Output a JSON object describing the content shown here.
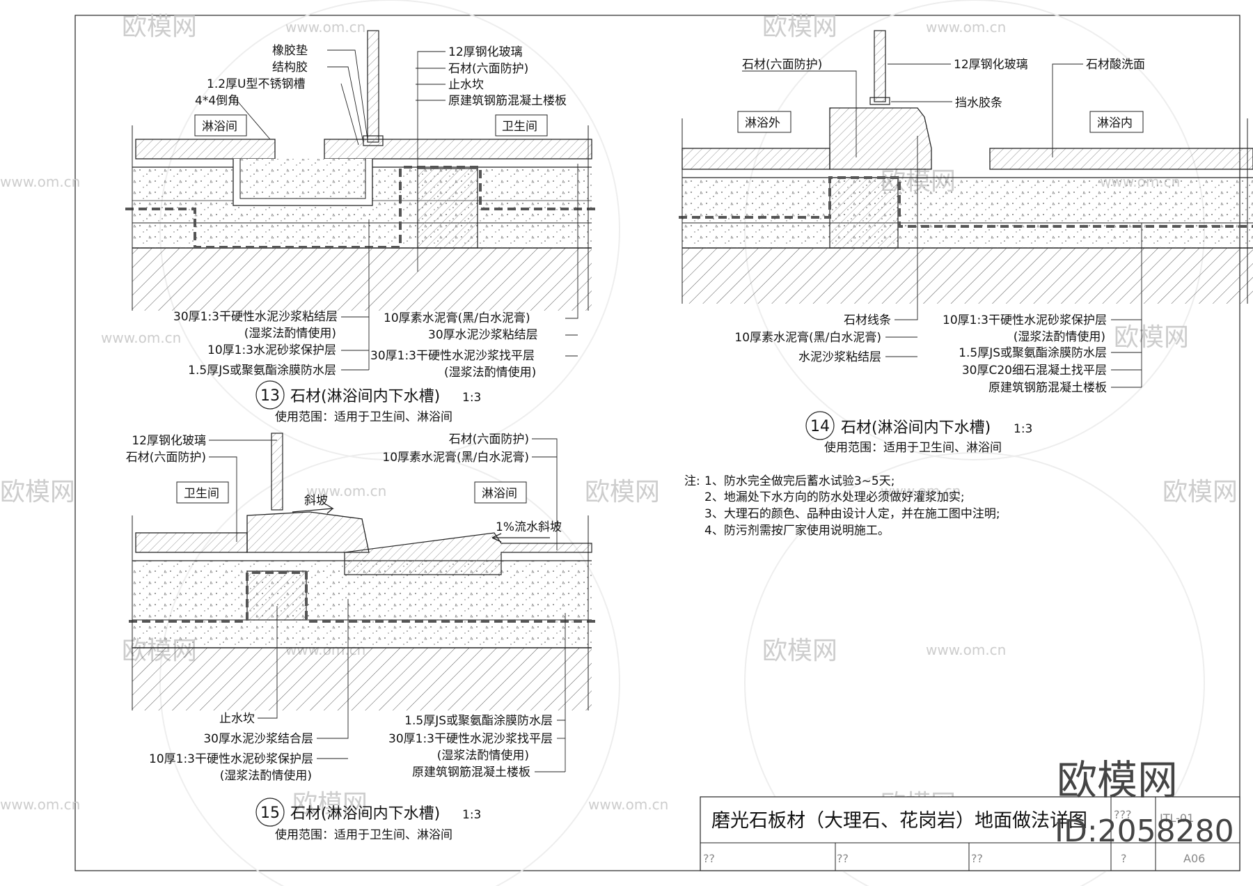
{
  "watermark": {
    "brand": "欧模网",
    "site": "www.om.cn"
  },
  "detail13": {
    "number": "13",
    "title": "石材(淋浴间内下水槽)",
    "scale": "1:3",
    "scope": "使用范围：适用于卫生间、淋浴间",
    "room_left": "淋浴间",
    "room_right": "卫生间",
    "labels_left_top": [
      "橡胶垫",
      "结构胶",
      "1.2厚U型不锈钢槽",
      "4*4倒角"
    ],
    "labels_right_top": [
      "12厚钢化玻璃",
      "石材(六面防护)",
      "止水坎",
      "原建筑钢筋混凝土楼板"
    ],
    "labels_bottom_left": [
      "30厚1:3干硬性水泥沙浆粘结层",
      "(湿浆法酌情使用)",
      "10厚1:3水泥砂浆保护层",
      "1.5厚JS或聚氨酯涂膜防水层"
    ],
    "labels_bottom_right": [
      "10厚素水泥膏(黑/白水泥膏)",
      "30厚水泥沙浆粘结层",
      "30厚1:3干硬性水泥沙浆找平层",
      "(湿浆法酌情使用)"
    ]
  },
  "detail14": {
    "number": "14",
    "title": "石材(淋浴间内下水槽)",
    "scale": "1:3",
    "scope": "使用范围：适用于卫生间、淋浴间",
    "room_left": "淋浴外",
    "room_right": "淋浴内",
    "labels_top": [
      "石材(六面防护)",
      "12厚钢化玻璃",
      "挡水胶条",
      "石材酸洗面"
    ],
    "labels_bottom_left": [
      "石材线条",
      "10厚素水泥膏(黑/白水泥膏)",
      "水泥沙浆粘结层"
    ],
    "labels_bottom_right": [
      "10厚1:3干硬性水泥砂浆保护层",
      "(湿浆法酌情使用)",
      "1.5厚JS或聚氨酯涂膜防水层",
      "30厚C20细石混凝土找平层",
      "原建筑钢筋混凝土楼板"
    ]
  },
  "detail15": {
    "number": "15",
    "title": "石材(淋浴间内下水槽)",
    "scale": "1:3",
    "scope": "使用范围：适用于卫生间、淋浴间",
    "room_left": "卫生间",
    "room_right": "淋浴间",
    "slope_label": "斜坡",
    "flow_label": "1%流水斜坡",
    "labels_top_left": [
      "12厚钢化玻璃",
      "石材(六面防护)"
    ],
    "labels_top_right": [
      "石材(六面防护)",
      "10厚素水泥膏(黑/白水泥膏)"
    ],
    "labels_bottom_left": [
      "止水坎",
      "30厚水泥沙浆结合层",
      "10厚1:3干硬性水泥砂浆保护层",
      "(湿浆法酌情使用)"
    ],
    "labels_bottom_right": [
      "1.5厚JS或聚氨酯涂膜防水层",
      "30厚1:3干硬性水泥沙浆找平层",
      "(湿浆法酌情使用)",
      "原建筑钢筋混凝土楼板"
    ]
  },
  "notes": {
    "prefix": "注:",
    "items": [
      "1、防水完全做完后蓄水试验3~5天;",
      "2、地漏处下水方向的防水处理必须做好灌浆加实;",
      "3、大理石的颜色、品种由设计人定，并在施工图中注明;",
      "4、防污剂需按厂家使用说明施工。"
    ]
  },
  "title_block": {
    "title": "磨光石板材（大理石、花岗岩）地面做法详图",
    "placeholders": [
      "??",
      "??",
      "??",
      "?"
    ],
    "code1": "??? ",
    "code2": "ITL-01",
    "sheet": "A06"
  },
  "brand_overlay": {
    "name": "欧模网",
    "id": "ID:2058280"
  }
}
